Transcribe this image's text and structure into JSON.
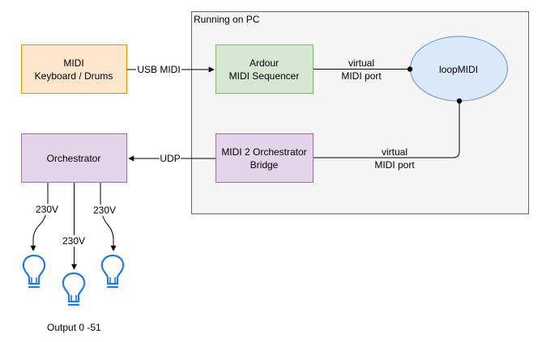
{
  "group": {
    "label": "Running on PC"
  },
  "nodes": {
    "midi_keyboard": {
      "line1": "MIDI",
      "line2": "Keyboard / Drums",
      "fill": "#ffe6cc",
      "stroke": "#d79b00"
    },
    "ardour": {
      "line1": "Ardour",
      "line2": "MIDI Sequencer",
      "fill": "#d5e8d4",
      "stroke": "#82b366"
    },
    "loopmidi": {
      "label": "loopMIDI",
      "fill": "#dae8fc",
      "stroke": "#6c8ebf"
    },
    "orchestrator": {
      "label": "Orchestrator",
      "fill": "#e1d5e7",
      "stroke": "#9673a6"
    },
    "bridge": {
      "line1": "MIDI 2 Orchestrator",
      "line2": "Bridge",
      "fill": "#e1d5e7",
      "stroke": "#9673a6"
    }
  },
  "edges": {
    "usb_midi": "USB MIDI",
    "virtual_top": {
      "line1": "virtual",
      "line2": "MIDI port"
    },
    "virtual_bottom": {
      "line1": "virtual",
      "line2": "MIDI port"
    },
    "udp": "UDP",
    "power_left": "230V",
    "power_middle": "230V",
    "power_right": "230V"
  },
  "bulb_color": "#1e7be0",
  "output_label": "Output 0 -51"
}
